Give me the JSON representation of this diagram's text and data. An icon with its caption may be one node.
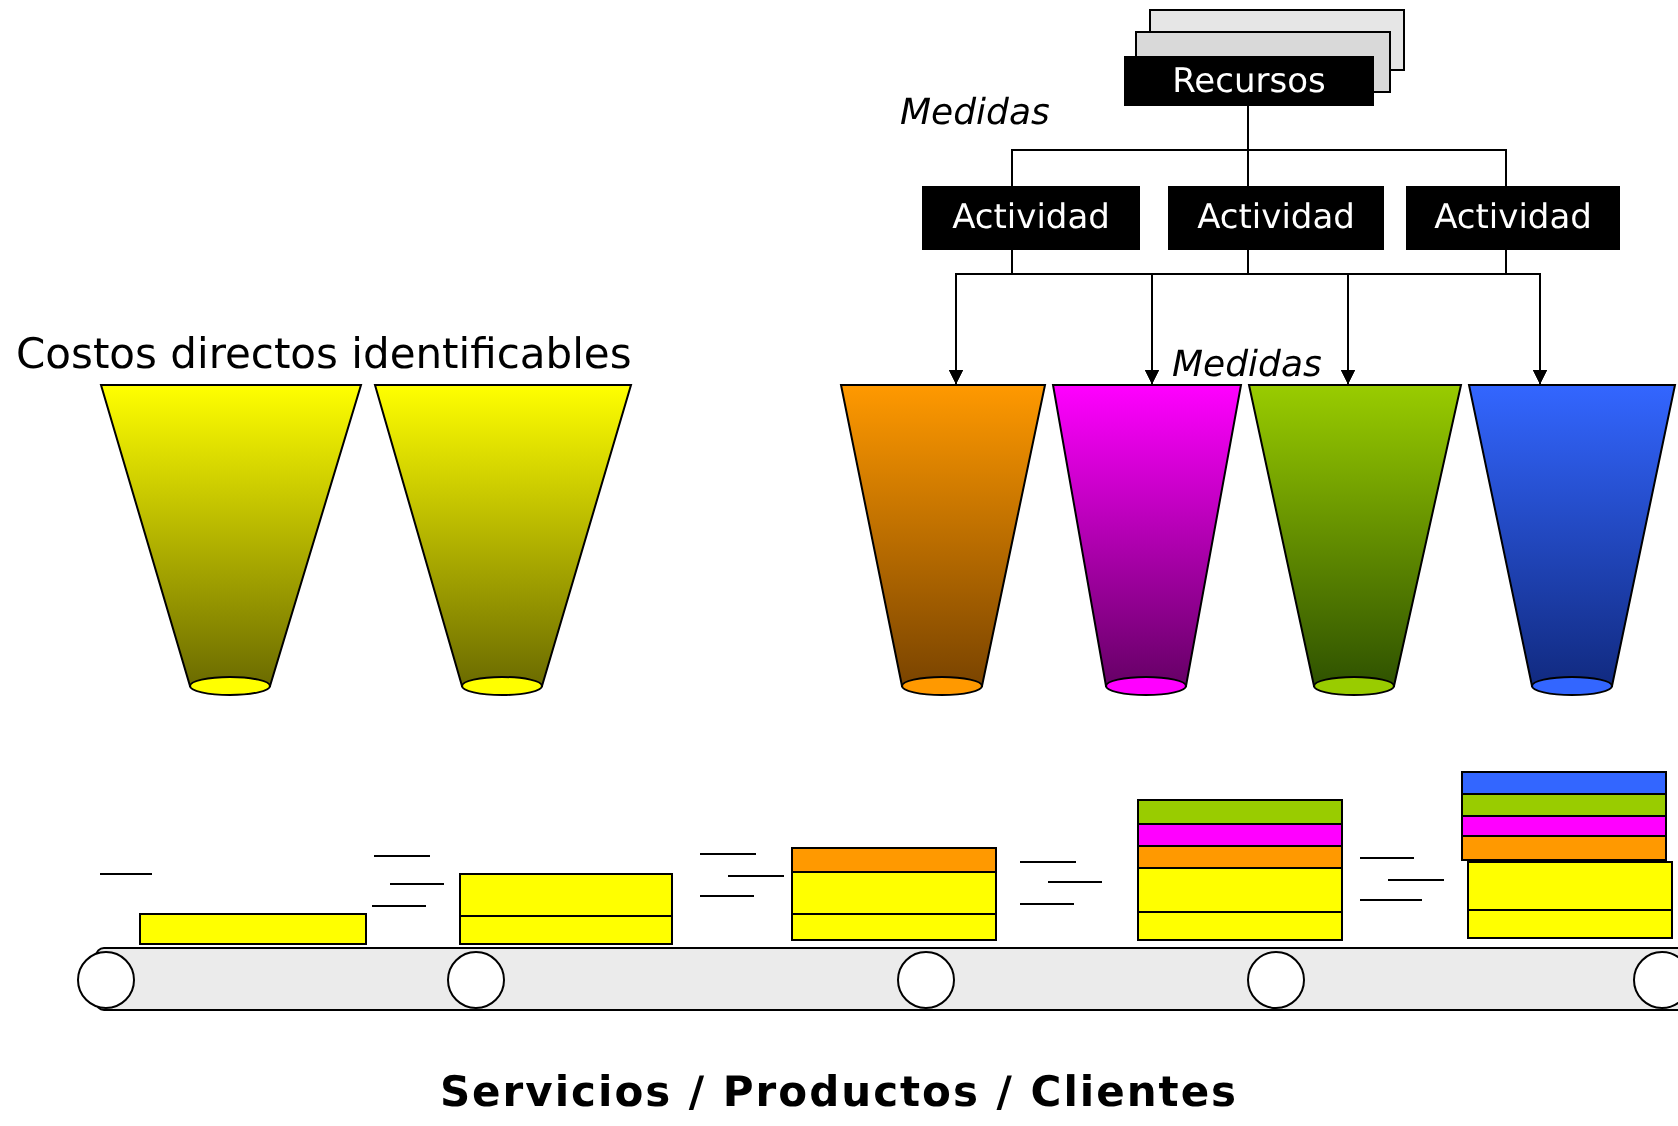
{
  "diagram": {
    "caption": "Servicios / Productos / Clientes",
    "nodes": [
      {
        "text": [
          "Recursos"
        ]
      },
      {
        "text": [
          "Actividad"
        ]
      },
      {
        "text": [
          "Actividad"
        ]
      },
      {
        "text": [
          "Actividad"
        ]
      },
      {
        "text": [],
        "shape": "funnel"
      },
      {
        "text": [],
        "shape": "funnel"
      },
      {
        "text": [],
        "shape": "funnel"
      },
      {
        "text": [],
        "shape": "funnel"
      },
      {
        "text": [],
        "shape": "funnel"
      },
      {
        "text": [],
        "shape": "funnel"
      }
    ],
    "edges": [
      {
        "from": 0,
        "to": 1,
        "arrow": "none"
      },
      {
        "from": 0,
        "to": 2,
        "arrow": "none"
      },
      {
        "from": 0,
        "to": 3,
        "arrow": "none"
      },
      {
        "from": 1,
        "to": 6,
        "arrow": "to"
      },
      {
        "from": 1,
        "to": 7,
        "arrow": "to"
      },
      {
        "from": 1,
        "to": 8,
        "arrow": "to"
      },
      {
        "from": 1,
        "to": 9,
        "arrow": "to"
      },
      {
        "from": 2,
        "to": 6,
        "arrow": "to"
      },
      {
        "from": 2,
        "to": 7,
        "arrow": "to"
      },
      {
        "from": 2,
        "to": 8,
        "arrow": "to"
      },
      {
        "from": 2,
        "to": 9,
        "arrow": "to"
      },
      {
        "from": 3,
        "to": 6,
        "arrow": "to"
      },
      {
        "from": 3,
        "to": 7,
        "arrow": "to"
      },
      {
        "from": 3,
        "to": 8,
        "arrow": "to"
      },
      {
        "from": 3,
        "to": 9,
        "arrow": "to"
      }
    ],
    "labels": [
      "Medidas",
      "Costos directos identificables",
      "Medidas"
    ]
  }
}
